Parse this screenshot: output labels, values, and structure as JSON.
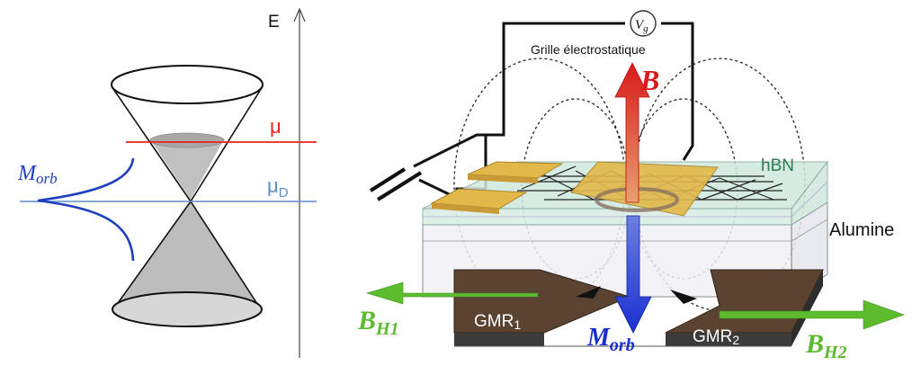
{
  "left_panel": {
    "energy_axis_label": "E",
    "mu_label": "μ",
    "mu_d_label": "μ",
    "mu_d_subscript": "D",
    "m_orb_label": "M",
    "m_orb_subscript": "orb"
  },
  "right_panel": {
    "vg_label": "V",
    "vg_subscript": "g",
    "gate_label": "Grille électrostatique",
    "b_label": "B",
    "hbn_label": "hBN",
    "alumine_label": "Alumine",
    "gmr1_label": "GMR",
    "gmr1_subscript": "1",
    "gmr2_label": "GMR",
    "gmr2_subscript": "2",
    "bh1_label": "B",
    "bh1_subscript": "H1",
    "bh2_label": "B",
    "bh2_subscript": "H2",
    "m_orb_label": "M",
    "m_orb_subscript": "orb"
  },
  "colors": {
    "mu_line": "#e8231f",
    "mu_d_line": "#5b8fc9",
    "m_orb_curve": "#1f3fbf",
    "b_arrow": "#d91a1a",
    "m_orb_arrow": "#1a2fd0",
    "bh_arrow": "#5dbb2e",
    "gold_contact": "#e3b84a",
    "gmr_pad": "#5a4330",
    "hbn_layer": "#cfe9df"
  }
}
